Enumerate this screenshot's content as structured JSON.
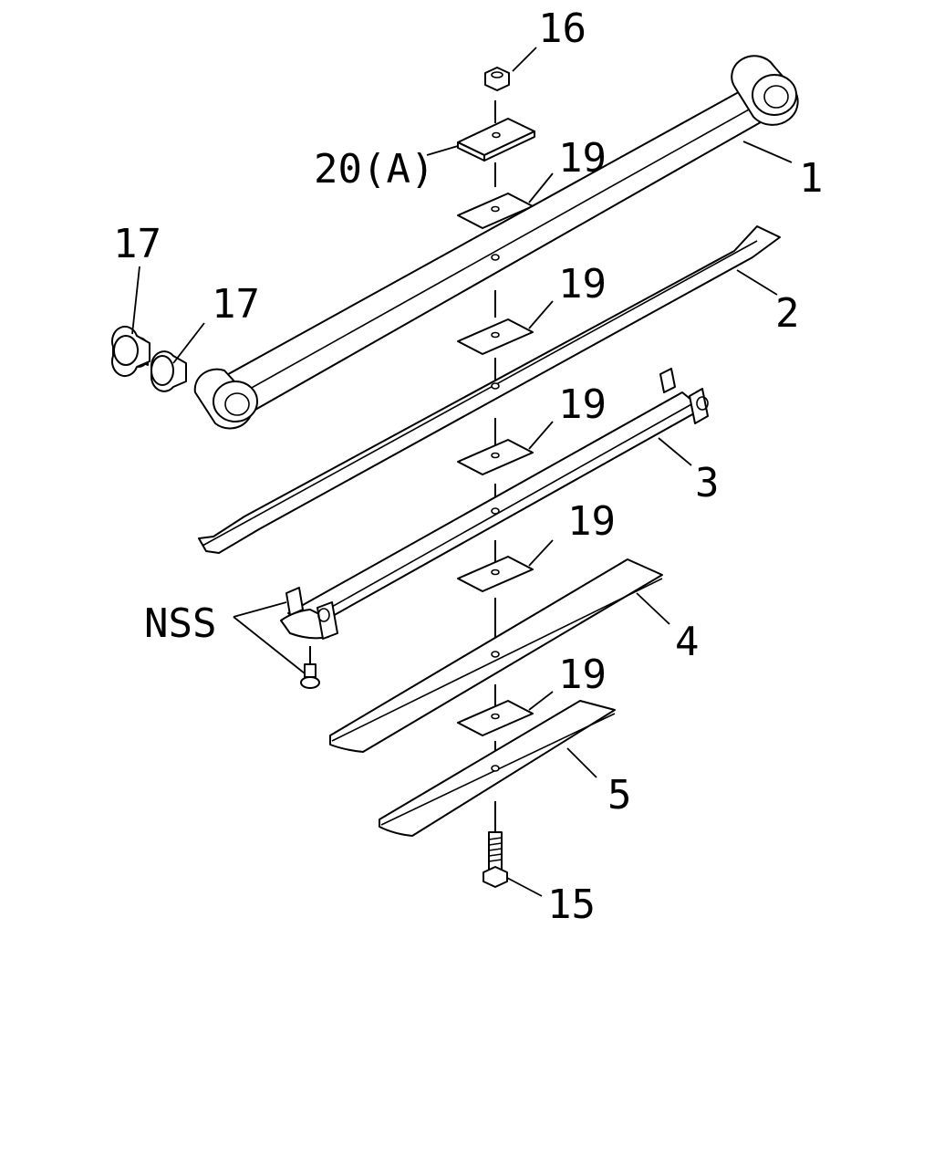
{
  "callouts": {
    "c16": "16",
    "c20a": "20(A)",
    "c19_1": "19",
    "c19_2": "19",
    "c19_3": "19",
    "c19_4": "19",
    "c19_5": "19",
    "c1": "1",
    "c2": "2",
    "c3": "3",
    "c4": "4",
    "c5": "5",
    "c17_1": "17",
    "c17_2": "17",
    "cnss": "NSS",
    "c15": "15"
  }
}
